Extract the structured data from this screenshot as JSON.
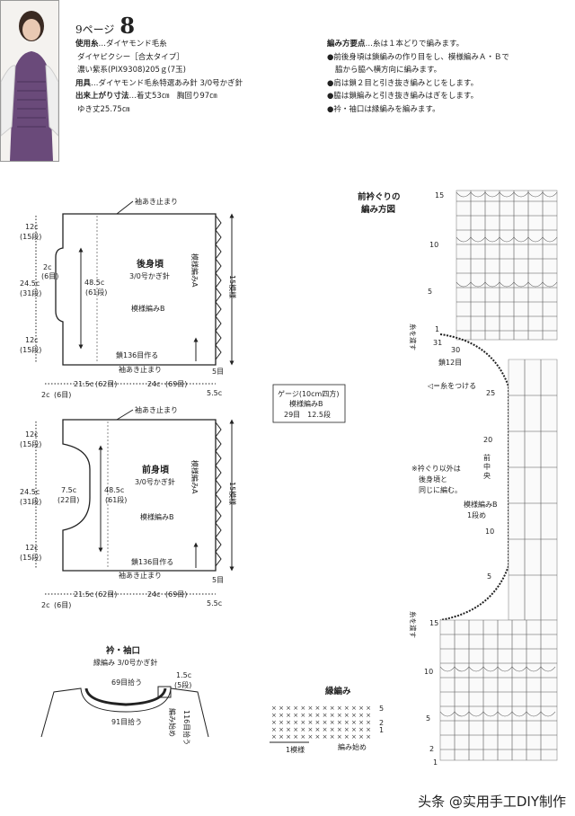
{
  "header": {
    "page_label": "9ページ",
    "number": "8"
  },
  "materials": {
    "yarn_label": "使用糸",
    "yarn_value": "…ダイヤモンド毛糸",
    "yarn_line2": "ダイヤピクシー［合太タイプ］",
    "yarn_line3": "濃い紫系(PIX9308)205ｇ(7玉)",
    "tools_label": "用具",
    "tools_value": "…ダイヤモンド毛糸特選あみ針 3/0号かぎ針",
    "size_label": "出来上がり寸法",
    "size_value": "…着丈53㎝　胸回り97㎝",
    "size_line2": "ゆき丈25.75㎝"
  },
  "points": {
    "title": "編み方要点",
    "title_suffix": "…糸は１本どりで編みます。",
    "l1": "●前後身頃は鎖編みの作り目をし、模様編みＡ・Ｂで",
    "l2": "脇から脇へ横方向に編みます。",
    "l3": "●肩は鎖２目と引き抜き編みとじをします。",
    "l4": "●脇は鎖編みと引き抜き編みはぎをします。",
    "l5": "●衿・袖口は縁編みを編みます。"
  },
  "back": {
    "title": "後身頃",
    "needle": "3/0号かぎ針",
    "pattern_a": "模様編みA",
    "pattern_b": "模様編みB",
    "armhole": "袖あき止まり",
    "chain": "鎖136目作る",
    "len": "48.5c",
    "len_rows": "(61段)",
    "rows15": "15模様",
    "w12": "12c",
    "w12r": "(15段)",
    "w245": "24.5c",
    "w245r": "(31段)",
    "w2": "2c",
    "w2r": "(6目)",
    "b215": "21.5c",
    "b215r": "(62目)",
    "b24": "24c",
    "b24r": "(69目)",
    "b55": "5.5c",
    "b5": "5目",
    "b2": "2c",
    "b2r": "(6目)"
  },
  "front": {
    "title": "前身頃",
    "needle": "3/0号かぎ針",
    "pattern_a": "模様編みA",
    "pattern_b": "模様編みB",
    "armhole": "袖あき止まり",
    "chain": "鎖136目作る",
    "len": "48.5c",
    "len_rows": "(61段)",
    "rows15": "15模様",
    "w12": "12c",
    "w12r": "(15段)",
    "w245": "24.5c",
    "w245r": "(31段)",
    "w75": "7.5c",
    "w75r": "(22目)",
    "b215": "21.5c",
    "b215r": "(62目)",
    "b24": "24c",
    "b24r": "(69目)",
    "b55": "5.5c",
    "b5": "5目",
    "b2": "2c",
    "b2r": "(6目)"
  },
  "gauge": {
    "title": "ゲージ(10cm四方)",
    "pattern": "模様編みB",
    "values": "29目　12.5段"
  },
  "collar": {
    "title": "衿・袖口",
    "sub": "縁編み 3/0号かぎ針",
    "p69": "69目拾う",
    "p91": "91目拾う",
    "w15": "1.5c",
    "w15r": "(5段)",
    "p116": "116目拾う",
    "start": "編み始め"
  },
  "edging": {
    "title": "縁編み",
    "repeat": "1模様",
    "start": "編み始め",
    "r5": "5",
    "r2": "2",
    "r1": "1"
  },
  "chart": {
    "title1": "前衿ぐりの",
    "title2": "編み方図",
    "r15": "15",
    "r10": "10",
    "r5": "5",
    "r1": "1",
    "r25": "25",
    "r20": "20",
    "r2": "2",
    "r31": "31",
    "r30": "30",
    "cut1": "糸を渡す",
    "cut2": "糸を渡す",
    "ch12": "鎖12目",
    "attach": "◁＝糸をつける",
    "center1": "前",
    "center2": "中",
    "center3": "央",
    "note1": "※衿ぐり以外は",
    "note2": "後身頃と",
    "note3": "同じに編む。",
    "pat_b": "模様編みB",
    "row1": "1段め"
  },
  "watermark": "头条 @实用手工DIY制作"
}
